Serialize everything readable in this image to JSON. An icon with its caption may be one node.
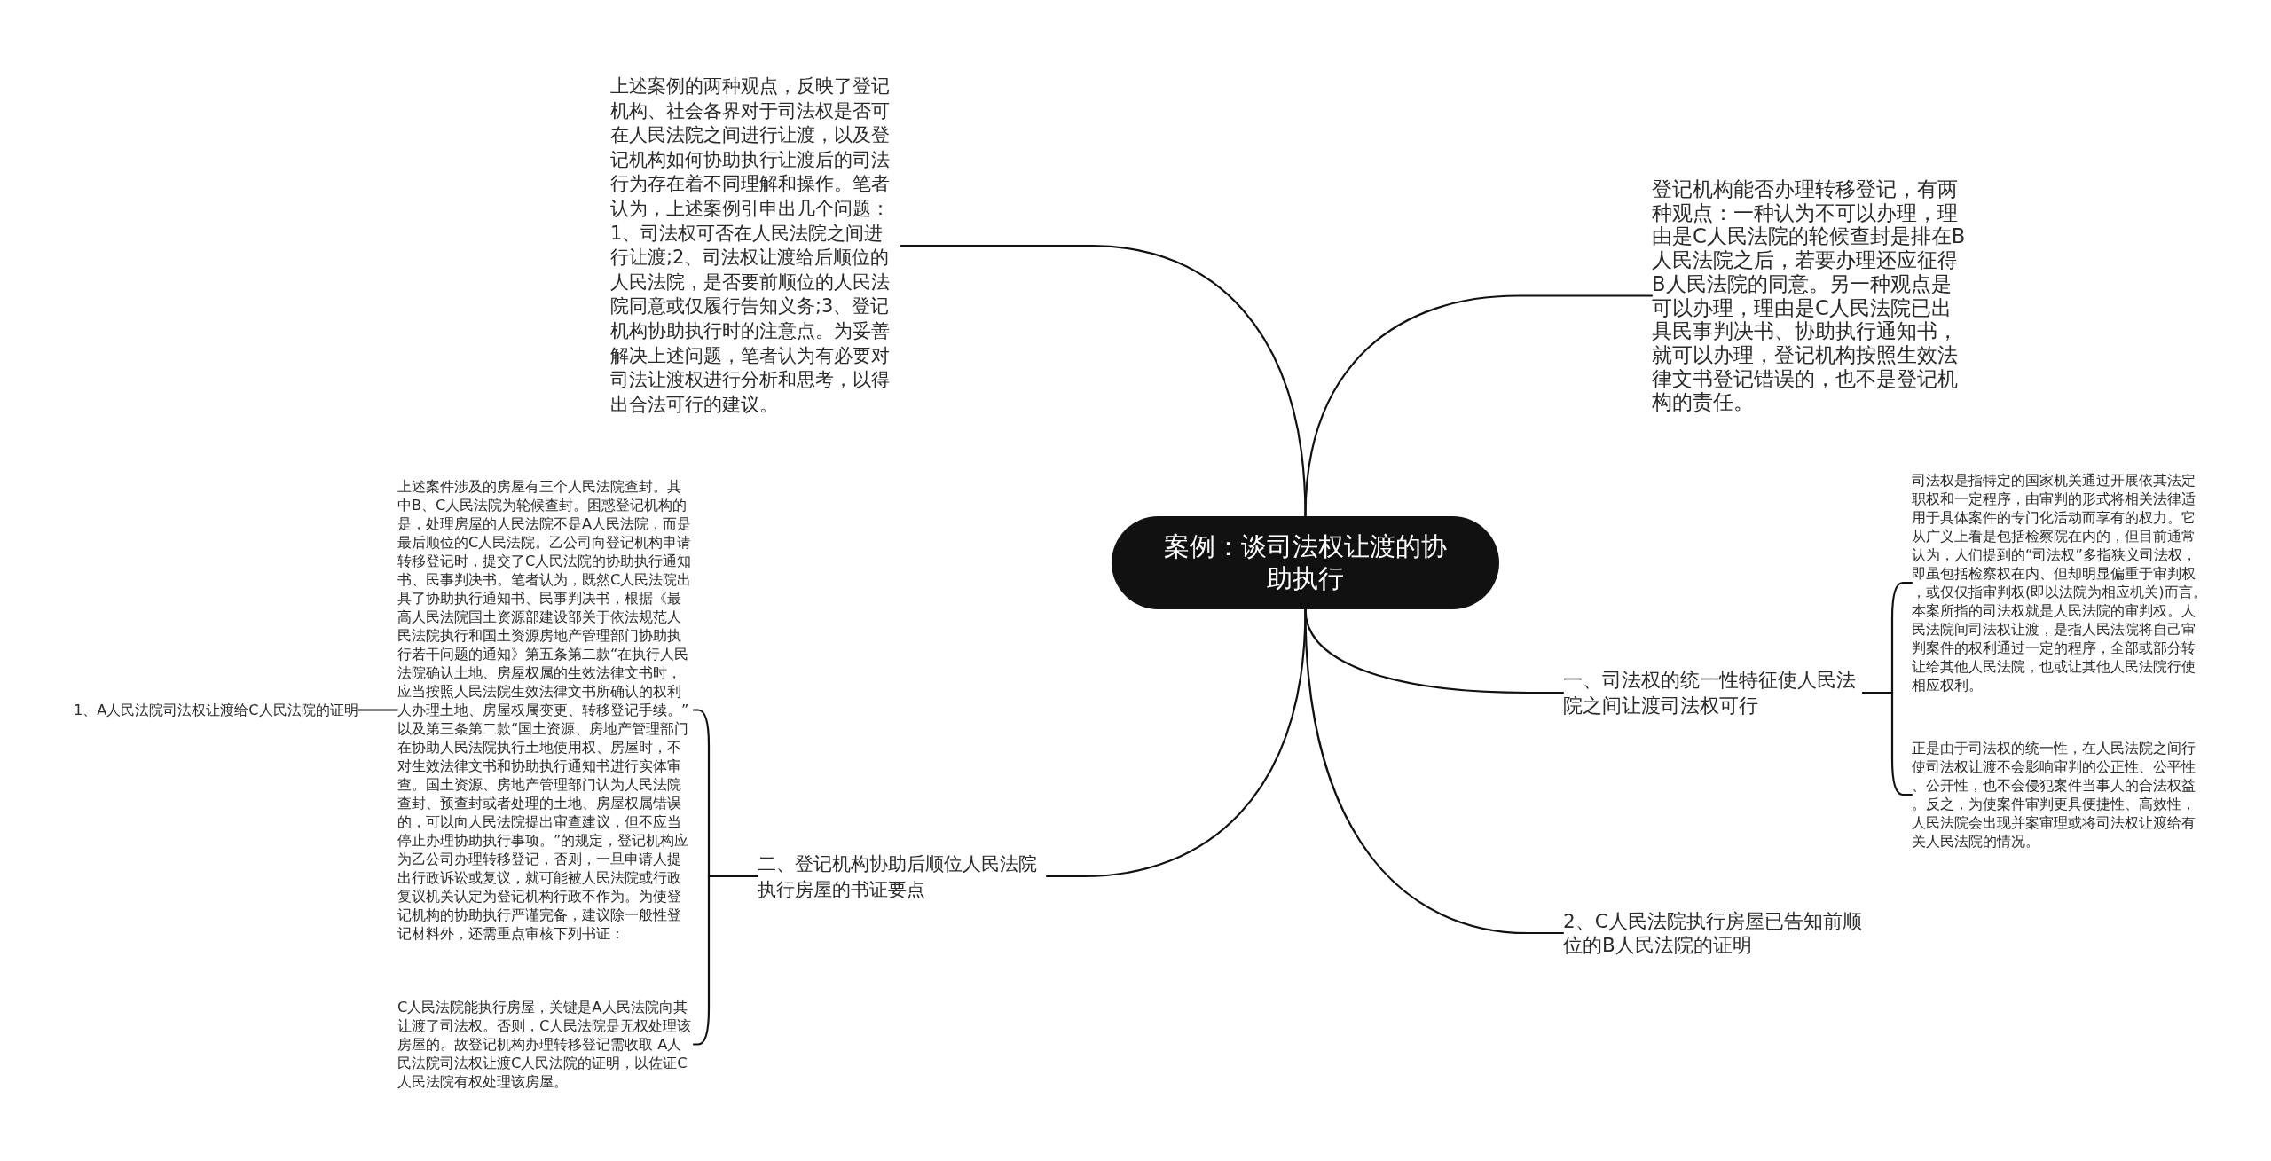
{
  "diagram": {
    "nodes": [
      {
        "text": [
          "案例：谈司法权让渡的协助执行"
        ]
      },
      {
        "text": [
          "上述案例的两种观点，反映了登记机构、社会各界对于司法权是否可在人民法院之间进行让渡，以及登记机构如何协助执行让渡后的司法行为存在着不同理解和操作。笔者认为，上述案例引申出几个问题：1、司法权可否在人民法院之间进行让渡;2、司法权让渡给后顺位的人民法院，是否要前顺位的人民法院同意或仅履行告知义务;3、登记机构协助执行时的注意点。为妥善解决上述问题，笔者认为有必要对司法让渡权进行分析和思考，以得出合法可行的建议。"
        ]
      },
      {
        "text": [
          "登记机构能否办理转移登记，有两种观点：一种认为不可以办理，理由是C人民法院的轮候查封是排在B人民法院之后，若要办理还应征得B人民法院的同意。另一种观点是可以办理，理由是C人民法院已出具民事判决书、协助执行通知书，就可以办理，登记机构按照生效法律文书登记错误的，也不是登记机构的责任。"
        ]
      },
      {
        "text": [
          "一、司法权的统一性特征使人民法院之间让渡司法权可行"
        ]
      },
      {
        "text": [
          "司法权是指特定的国家机关通过开展依其法定职权和一定程序，由审判的形式将相关法律适用于具体案件的专门化活动而享有的权力。它从广义上看是包括检察院在内的，但目前通常认为，人们提到的“司法权”多指狭义司法权，即虽包括检察权在内、但却明显偏重于审判权，或仅仅指审判权(即以法院为相应机关)而言。本案所指的司法权就是人民法院的审判权。人民法院间司法权让渡，是指人民法院将自己审判案件的权利通过一定的程序，全部或部分转让给其他人民法院，也或让其他人民法院行使相应权利。"
        ]
      },
      {
        "text": [
          "正是由于司法权的统一性，在人民法院之间行使司法权让渡不会影响审判的公正性、公平性、公开性，也不会侵犯案件当事人的合法权益。反之，为使案件审判更具便捷性、高效性，人民法院会出现并案审理或将司法权让渡给有关人民法院的情况。"
        ]
      },
      {
        "text": [
          "二、登记机构协助后顺位人民法院执行房屋的书证要点"
        ]
      },
      {
        "text": [
          "上述案件涉及的房屋有三个人民法院查封。其中B、C人民法院为轮候查封。困惑登记机构的是，处理房屋的人民法院不是A人民法院，而是最后顺位的C人民法院。乙公司向登记机构申请转移登记时，提交了C人民法院的协助执行通知书、民事判决书。笔者认为，既然C人民法院出具了协助执行通知书、民事判决书，根据《最高人民法院国土资源部建设部关于依法规范人民法院执行和国土资源房地产管理部门协助执行若干问题的通知》第五条第二款“在执行人民法院确认土地、房屋权属的生效法律文书时，应当按照人民法院生效法律文书所确认的权利人办理土地、房屋权属变更、转移登记手续。”以及第三条第二款“国土资源、房地产管理部门在协助人民法院执行土地使用权、房屋时，不对生效法律文书和协助执行通知书进行实体审查。国土资源、房地产管理部门认为人民法院查封、预查封或者处理的土地、房屋权属错误的，可以向人民法院提出审查建议，但不应当停止办理协助执行事项。”的规定，登记机构应为乙公司办理转移登记，否则，一旦申请人提出行政诉讼或复议，就可能被人民法院或行政复议机关认定为登记机构行政不作为。为使登记机构的协助执行严谨完备，建议除一般性登记材料外，还需重点审核下列书证："
        ]
      },
      {
        "text": [
          "1、A人民法院司法权让渡给C人民法院的证明"
        ]
      },
      {
        "text": [
          "C人民法院能执行房屋，关键是A人民法院向其让渡了司法权。否则，C人民法院是无权处理该房屋的。故登记机构办理转移登记需收取 A人民法院司法权让渡C人民法院的证明，以佐证C人民法院有权处理该房屋。"
        ]
      },
      {
        "text": [
          "2、C人民法院执行房屋已告知前顺位的B人民法院的证明"
        ]
      }
    ],
    "edges": [
      {
        "from": 0,
        "to": 1,
        "arrow": "none"
      },
      {
        "from": 0,
        "to": 2,
        "arrow": "none"
      },
      {
        "from": 0,
        "to": 3,
        "arrow": "none"
      },
      {
        "from": 3,
        "to": 4,
        "arrow": "none"
      },
      {
        "from": 3,
        "to": 5,
        "arrow": "none"
      },
      {
        "from": 0,
        "to": 6,
        "arrow": "none"
      },
      {
        "from": 6,
        "to": 7,
        "arrow": "none"
      },
      {
        "from": 7,
        "to": 8,
        "arrow": "none"
      },
      {
        "from": 6,
        "to": 9,
        "arrow": "none"
      },
      {
        "from": 0,
        "to": 10,
        "arrow": "none"
      }
    ]
  }
}
